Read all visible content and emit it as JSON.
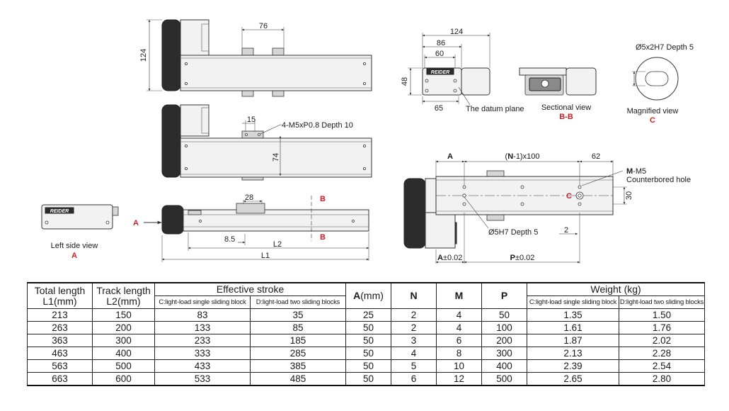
{
  "drawing": {
    "top_view": {
      "dim_76": "76",
      "dim_124": "124"
    },
    "bottom_view": {
      "dim_15": "15",
      "thread_note": "4-M5xP0.8 Depth 10",
      "dim_74": "74"
    },
    "side_view": {
      "dim_28": "28",
      "dim_8_5": "8.5",
      "label_L2": "L2",
      "label_L1": "L1",
      "marker_A": "A",
      "marker_B_top": "B",
      "marker_B_bottom": "B"
    },
    "left_side_view": {
      "brand": "REIDER",
      "caption": "Left side view",
      "marker": "A"
    },
    "end_view": {
      "dim_124": "124",
      "dim_86": "86",
      "dim_60": "60",
      "dim_48": "48",
      "dim_65": "65",
      "datum_caption": "The datum plane",
      "brand": "REIDER"
    },
    "sectional_view": {
      "caption": "Sectional view",
      "marker": "B-B"
    },
    "magnified_view": {
      "note": "Ø5x2H7 Depth 5",
      "caption": "Magnified view",
      "marker": "C"
    },
    "hole_layout": {
      "label_A": "A",
      "pitch_bold": "N",
      "pitch_rest": "-1)x100",
      "pitch_open": "(",
      "dim_62": "62",
      "m_bold": "M",
      "m_rest": "-M5",
      "m_note2": "Counterbored hole",
      "marker_C": "C",
      "dim_30": "30",
      "pin_note": "Ø5H7 Depth 5",
      "dim_2": "2",
      "tol_A_bold": "A",
      "tol_A_rest": "±0.02",
      "tol_P_bold": "P",
      "tol_P_rest": "±0.02"
    }
  },
  "table": {
    "headers": {
      "total_length_1": "Total length",
      "total_length_2": "L1(mm)",
      "track_length_1": "Track length",
      "track_length_2": "L2(mm)",
      "effective_stroke": "Effective stroke",
      "stroke_c": "C:light-load single sliding block",
      "stroke_d": "D:light-load two sliding blocks",
      "a_bold": "A",
      "a_rest": "(mm)",
      "n": "N",
      "m": "M",
      "p": "P",
      "weight": "Weight (kg)",
      "weight_c": "C:light-load single sliding block",
      "weight_d": "D:light-load two sliding blocks"
    },
    "rows": [
      [
        "213",
        "150",
        "83",
        "35",
        "25",
        "2",
        "4",
        "50",
        "1.35",
        "1.50"
      ],
      [
        "263",
        "200",
        "133",
        "85",
        "50",
        "2",
        "4",
        "100",
        "1.61",
        "1.76"
      ],
      [
        "363",
        "300",
        "233",
        "185",
        "50",
        "3",
        "6",
        "200",
        "1.87",
        "2.02"
      ],
      [
        "463",
        "400",
        "333",
        "285",
        "50",
        "4",
        "8",
        "300",
        "2.13",
        "2.28"
      ],
      [
        "563",
        "500",
        "433",
        "385",
        "50",
        "5",
        "10",
        "400",
        "2.39",
        "2.54"
      ],
      [
        "663",
        "600",
        "533",
        "485",
        "50",
        "6",
        "12",
        "500",
        "2.65",
        "2.80"
      ]
    ]
  }
}
